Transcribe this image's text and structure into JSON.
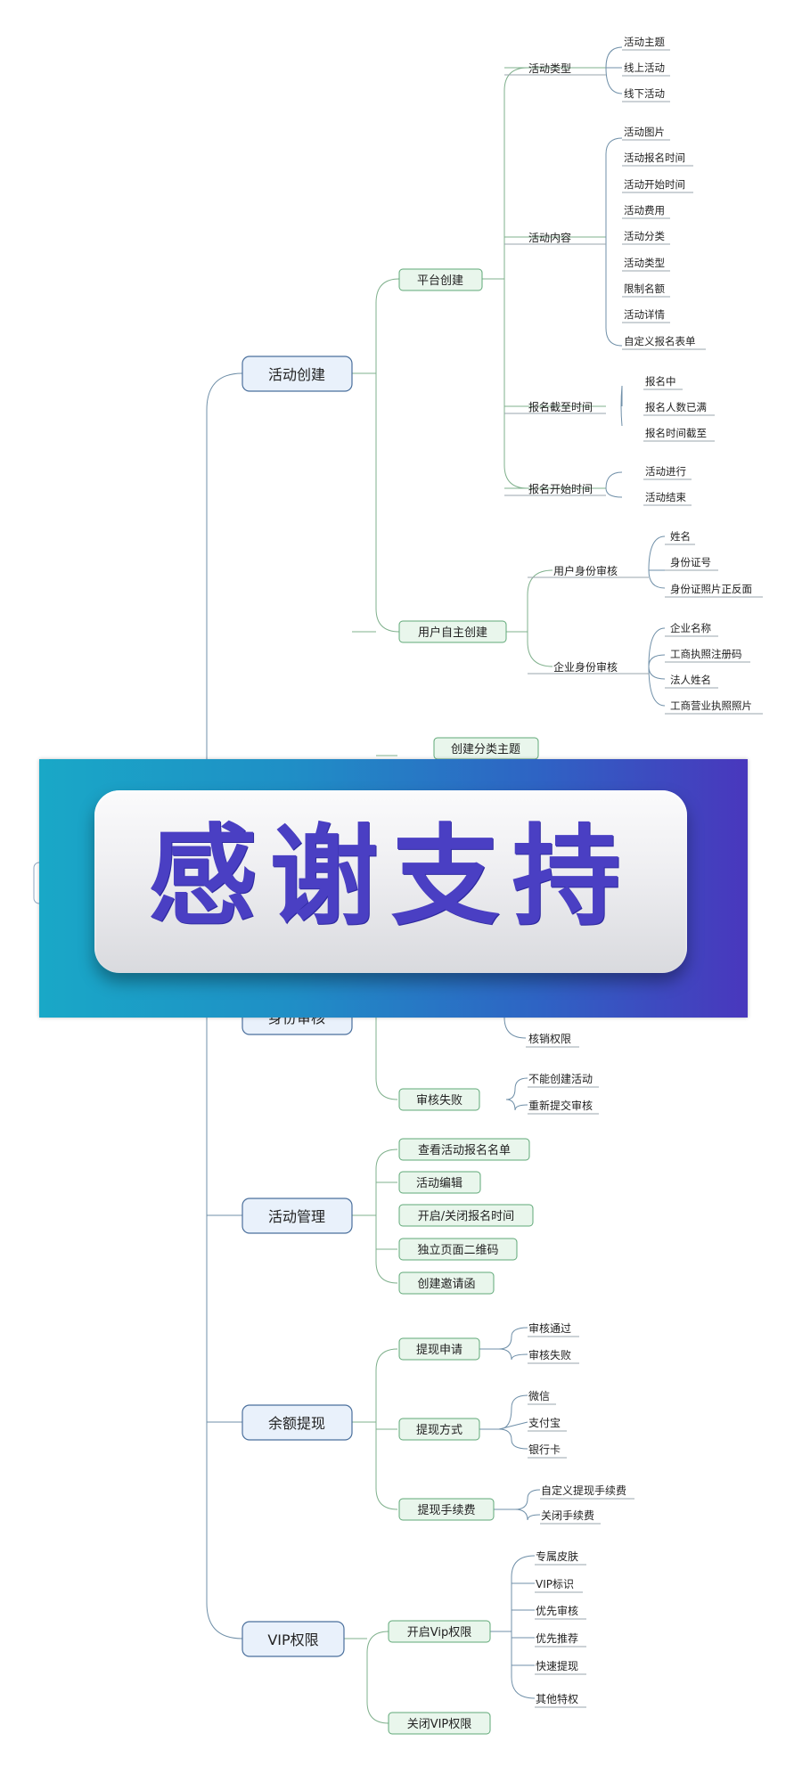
{
  "colors": {
    "banner_text": "#4a3fc3",
    "level1_fill": "#e9f1fb",
    "level2_fill": "#e9f6ec"
  },
  "level1": {
    "activity_create": "活动创建",
    "identity_review": "身份审核",
    "activity_manage": "活动管理",
    "balance_withdraw": "余额提现",
    "vip": "VIP权限"
  },
  "level2": {
    "platform_create": "平台创建",
    "user_create": "用户自主创建",
    "create_category_topic": "创建分类主题",
    "review_fail": "审核失败",
    "view_signup_list": "查看活动报名名单",
    "activity_edit": "活动编辑",
    "toggle_signup_time": "开启/关闭报名时间",
    "standalone_qr": "独立页面二维码",
    "create_invitation": "创建邀请函",
    "withdraw_apply": "提现申请",
    "withdraw_method": "提现方式",
    "withdraw_fee": "提现手续费",
    "open_vip": "开启Vip权限",
    "close_vip": "关闭VIP权限"
  },
  "level3": {
    "activity_type": "活动类型",
    "activity_content": "活动内容",
    "signup_deadline": "报名截至时间",
    "signup_start": "报名开始时间",
    "user_identity_review": "用户身份审核",
    "company_identity_review": "企业身份审核",
    "verify_permission": "核销权限",
    "cannot_create": "不能创建活动",
    "resubmit": "重新提交审核",
    "review_pass": "审核通过",
    "review_fail": "审核失败",
    "wechat": "微信",
    "alipay": "支付宝",
    "bank_card": "银行卡",
    "custom_fee": "自定义提现手续费",
    "close_fee": "关闭手续费",
    "exclusive_skin": "专属皮肤",
    "vip_badge": "VIP标识",
    "priority_review": "优先审核",
    "priority_recommend": "优先推荐",
    "fast_withdraw": "快速提现",
    "other_privileges": "其他特权"
  },
  "level4": {
    "activity_topic": "活动主题",
    "online_activity": "线上活动",
    "offline_activity": "线下活动",
    "activity_image": "活动图片",
    "signup_time": "活动报名时间",
    "start_time": "活动开始时间",
    "activity_fee": "活动费用",
    "activity_category": "活动分类",
    "activity_type2": "活动类型",
    "limit_quota": "限制名额",
    "activity_detail": "活动详情",
    "custom_form": "自定义报名表单",
    "signing_up": "报名中",
    "signup_full": "报名人数已满",
    "signup_closed": "报名时间截至",
    "in_progress": "活动进行",
    "ended": "活动结束",
    "name": "姓名",
    "id_number": "身份证号",
    "id_photo": "身份证照片正反面",
    "company_name": "企业名称",
    "business_reg_no": "工商执照注册码",
    "legal_name": "法人姓名",
    "business_license_photo": "工商营业执照照片"
  },
  "banner": {
    "text": "感谢支持"
  }
}
